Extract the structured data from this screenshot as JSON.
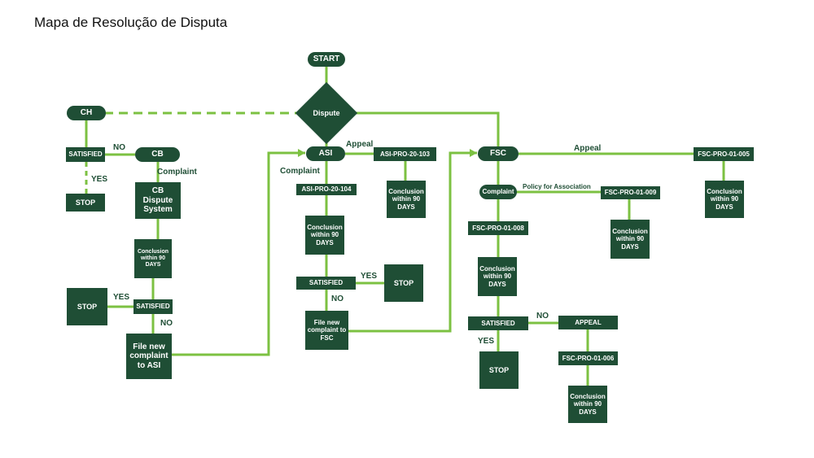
{
  "title": "Mapa de Resolução de Disputa",
  "nodes": {
    "start": "START",
    "dispute": "Dispute",
    "ch": "CH",
    "ch_satisfied": "SATISFIED",
    "ch_stop": "STOP",
    "cb": "CB",
    "cb_dispute_system": "CB Dispute System",
    "cb_conclusion": "Conclusion within 90 DAYS",
    "cb_satisfied": "SATISFIED",
    "cb_stop": "STOP",
    "cb_file_new": "File new complaint to ASI",
    "asi": "ASI",
    "asi_pro_104": "ASI-PRO-20-104",
    "asi_conclusion": "Conclusion within 90 DAYS",
    "asi_satisfied": "SATISFIED",
    "asi_stop": "STOP",
    "asi_file_new": "File new complaint to FSC",
    "asi_pro_103": "ASI-PRO-20-103",
    "asi_103_conclusion": "Conclusion within 90 DAYS",
    "fsc": "FSC",
    "fsc_pro_005": "FSC-PRO-01-005",
    "fsc_005_conclusion": "Conclusion within 90 DAYS",
    "fsc_complaint": "Complaint",
    "fsc_pro_009": "FSC-PRO-01-009",
    "fsc_009_conclusion": "Conclusion within 90 DAYS",
    "fsc_pro_008": "FSC-PRO-01-008",
    "fsc_008_conclusion": "Conclusion within 90 DAYS",
    "fsc_satisfied": "SATISFIED",
    "fsc_stop": "STOP",
    "fsc_appeal": "APPEAL",
    "fsc_pro_006": "FSC-PRO-01-006",
    "fsc_006_conclusion": "Conclusion within 90 DAYS"
  },
  "labels": {
    "ch_no": "NO",
    "ch_yes": "YES",
    "cb_complaint": "Complaint",
    "cb_yes": "YES",
    "cb_no": "NO",
    "asi_appeal": "Appeal",
    "asi_complaint": "Complaint",
    "asi_yes": "YES",
    "asi_no": "NO",
    "fsc_appeal_label": "Appeal",
    "policy_for_association": "Policy for Association",
    "fsc_no": "NO",
    "fsc_yes": "YES"
  },
  "colors": {
    "node_fill": "#1f4e35",
    "line": "#7cc142",
    "node_text": "#ffffff"
  }
}
